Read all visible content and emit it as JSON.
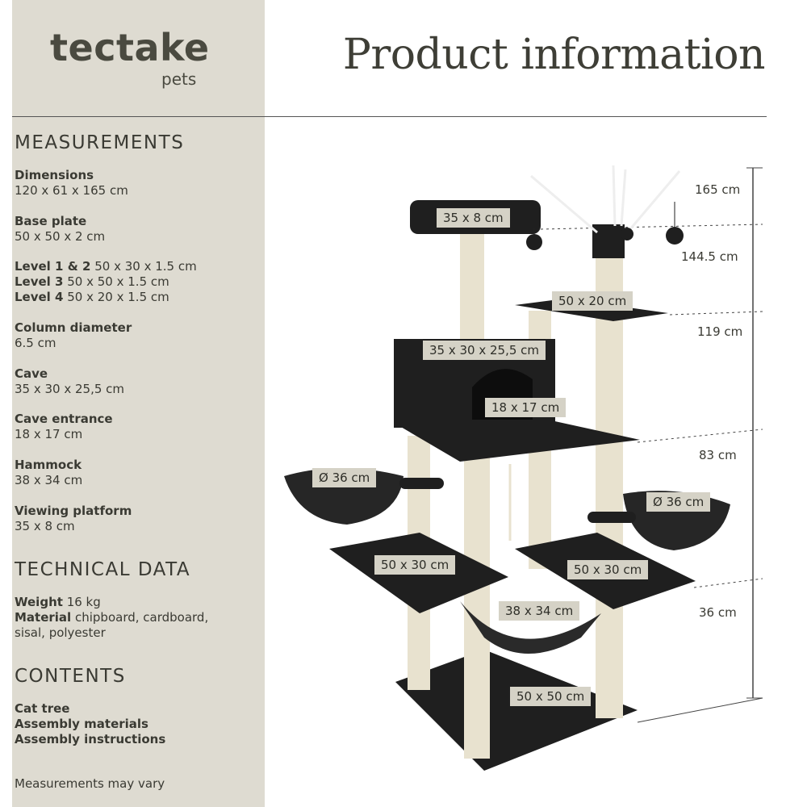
{
  "brand": {
    "name": "tectake",
    "sub": "pets"
  },
  "title": "Product information",
  "measurements": {
    "heading": "MEASUREMENTS",
    "dimensions": {
      "label": "Dimensions",
      "value": "120 x 61 x 165 cm"
    },
    "base_plate": {
      "label": "Base plate",
      "value": "50 x 50 x 2 cm"
    },
    "level12": {
      "label": "Level 1 & 2",
      "value": "50 x 30 x 1.5 cm"
    },
    "level3": {
      "label": "Level 3",
      "value": "50 x 50 x 1.5 cm"
    },
    "level4": {
      "label": "Level 4",
      "value": "50 x 20 x 1.5 cm"
    },
    "column": {
      "label": "Column diameter",
      "value": "6.5 cm"
    },
    "cave": {
      "label": "Cave",
      "value": "35 x 30 x 25,5 cm"
    },
    "cave_entrance": {
      "label": "Cave entrance",
      "value": "18 x 17 cm"
    },
    "hammock": {
      "label": "Hammock",
      "value": "38 x 34 cm"
    },
    "viewing": {
      "label": "Viewing platform",
      "value": "35 x 8 cm"
    }
  },
  "technical": {
    "heading": "TECHNICAL DATA",
    "weight": {
      "label": "Weight",
      "value": "16 kg"
    },
    "material": {
      "label": "Material",
      "value": "chipboard, cardboard, sisal, polyester"
    }
  },
  "contents": {
    "heading": "CONTENTS",
    "items": [
      "Cat tree",
      "Assembly materials",
      "Assembly instructions"
    ]
  },
  "note": "Measurements may vary",
  "diagram_tags": {
    "viewing": "35 x 8 cm",
    "level4": "50 x 20 cm",
    "cave": "35 x 30 x 25,5 cm",
    "entrance": "18 x 17 cm",
    "bowl_left": "Ø 36 cm",
    "bowl_right": "Ø 36 cm",
    "level1": "50 x 30 cm",
    "level2": "50 x 30 cm",
    "hammock": "38 x 34 cm",
    "base": "50 x 50 cm"
  },
  "heights": [
    "165 cm",
    "144.5 cm",
    "119 cm",
    "83 cm",
    "36 cm"
  ],
  "colors": {
    "sidebar": "#dedbd1",
    "tag": "#d5d2c6",
    "plush": "#1f1f1f",
    "sisal": "#e8e2cf"
  }
}
